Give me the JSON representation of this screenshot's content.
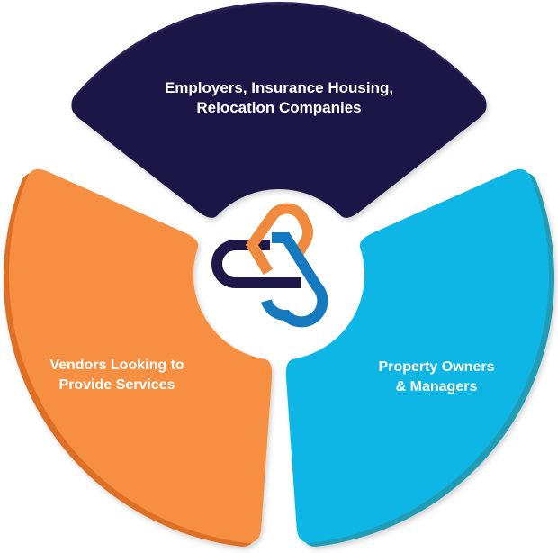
{
  "diagram": {
    "type": "segmented-ring",
    "segments": [
      {
        "id": "top",
        "lines": [
          "Employers, Insurance Housing,",
          "Relocation Companies"
        ],
        "color": "#1f1747",
        "edge_color": "#2a2356"
      },
      {
        "id": "left",
        "lines": [
          "Vendors Looking to",
          "Provide Services"
        ],
        "color": "#f68f42",
        "edge_color": "#de6f28"
      },
      {
        "id": "right",
        "lines": [
          "Property Owners",
          "& Managers"
        ],
        "color": "#10b6e4",
        "edge_color": "#229cb4"
      }
    ],
    "center_logo": {
      "icon": "interlinked-chain-logo-icon",
      "colors": [
        "#1f1747",
        "#f08a3e",
        "#1579c0"
      ]
    }
  }
}
